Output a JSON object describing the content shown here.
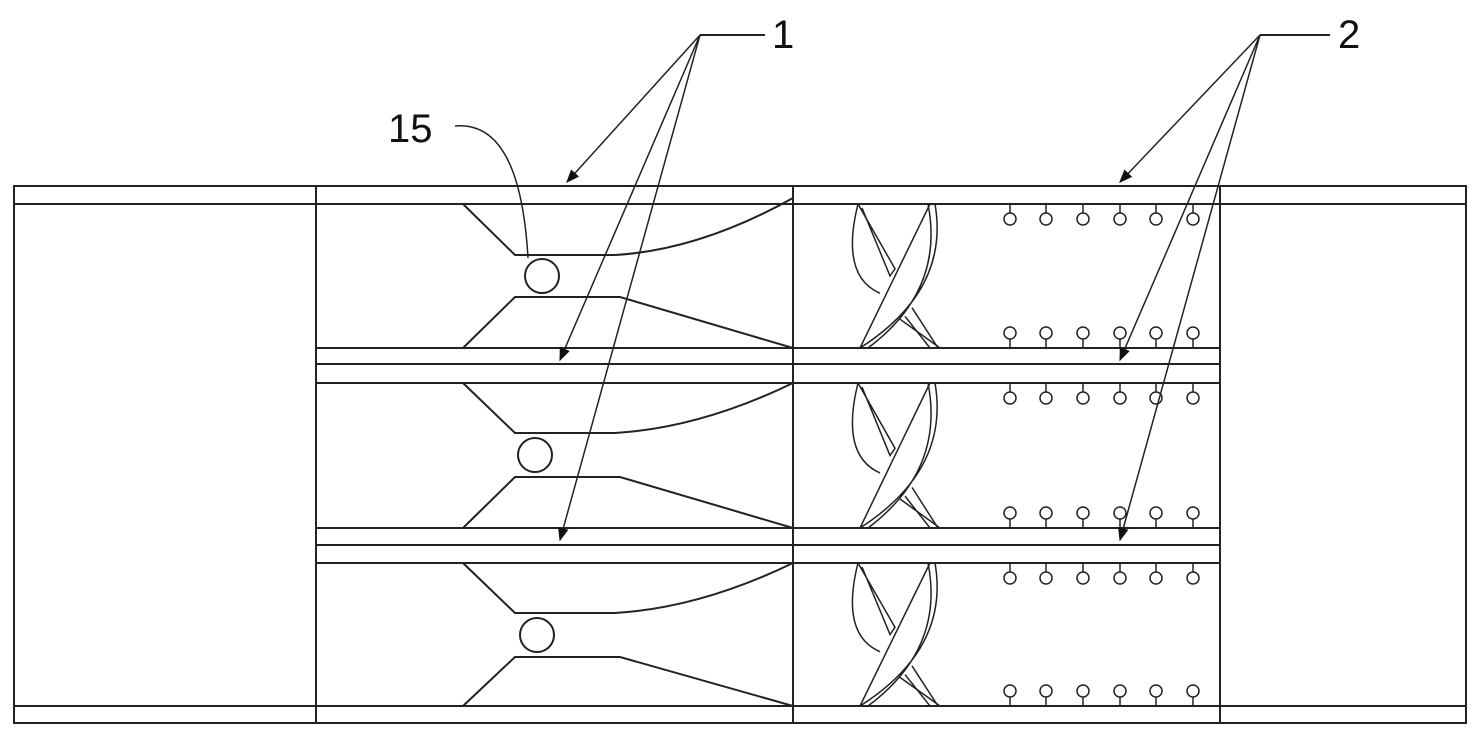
{
  "figure": {
    "labels": {
      "nozzle_assembly": "1",
      "mixer_assembly": "2",
      "ball": "15"
    },
    "line_color": "#222222",
    "background": "#ffffff"
  }
}
